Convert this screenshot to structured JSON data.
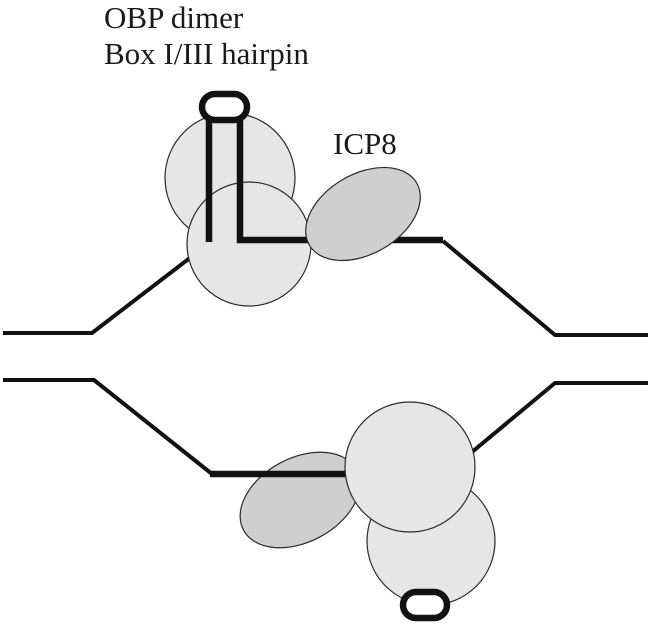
{
  "labels": {
    "obp_dimer": "OBP dimer",
    "hairpin": "Box I/III hairpin",
    "icp8": "ICP8"
  },
  "colors": {
    "dna": "#111111",
    "obp_fill": "#e6e6e6",
    "icp8_fill": "#cfcfcf",
    "outline": "#2a2a2a"
  }
}
